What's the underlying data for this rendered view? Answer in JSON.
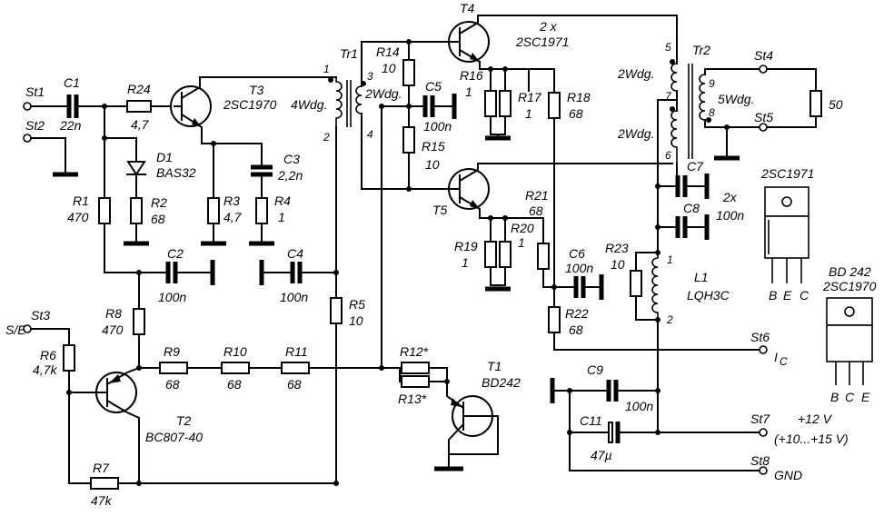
{
  "terminals": {
    "st1": "St1",
    "st2": "St2",
    "st3": "St3",
    "se": "S/E",
    "st4": "St4",
    "st5": "St5",
    "st6": "St6",
    "ic": "I",
    "ic_sub": "C",
    "st7": "St7",
    "st8": "St8"
  },
  "supply": {
    "v": "+12 V",
    "range": "(+10...+15 V)",
    "gnd": "GND"
  },
  "load": {
    "value": "50"
  },
  "components": {
    "c1": "C1",
    "c1v": "22n",
    "r24": "R24",
    "r24v": "4,7",
    "t3": "T3",
    "t3type": "2SC1970",
    "d1": "D1",
    "d1type": "BAS32",
    "r1": "R1",
    "r1v": "470",
    "r2": "R2",
    "r2v": "68",
    "r3": "R3",
    "r3v": "4,7",
    "r4": "R4",
    "r4v": "1",
    "c3": "C3",
    "c3v": "2,2n",
    "c2": "C2",
    "c2v": "100n",
    "c4": "C4",
    "c4v": "100n",
    "r5": "R5",
    "r5v": "10",
    "r8": "R8",
    "r8v": "470",
    "r6": "R6",
    "r6v": "4,7k",
    "t2": "T2",
    "t2type": "BC807-40",
    "r7": "R7",
    "r7v": "47k",
    "r9": "R9",
    "r9v": "68",
    "r10": "R10",
    "r10v": "68",
    "r11": "R11",
    "r11v": "68",
    "r12": "R12*",
    "r13": "R13*",
    "t1": "T1",
    "t1type": "BD242",
    "tr1": "Tr1",
    "tr1_4w": "4Wdg.",
    "tr1_2w": "2Wdg.",
    "pin1": "1",
    "pin2": "2",
    "pin3": "3",
    "pin4": "4",
    "r14": "R14",
    "r14v": "10",
    "r15": "R15",
    "r15v": "10",
    "c5": "C5",
    "c5v": "100n",
    "t4": "T4",
    "t45": "2 x",
    "t45type": "2SC1971",
    "t5": "T5",
    "r16": "R16",
    "r16v": "1",
    "r17": "R17",
    "r17v": "1",
    "r18": "R18",
    "r18v": "68",
    "r19": "R19",
    "r19v": "1",
    "r20": "R20",
    "r20v": "1",
    "r21": "R21",
    "r21v": "68",
    "r22": "R22",
    "r22v": "68",
    "r23": "R23",
    "r23v": "10",
    "c6": "C6",
    "c6v": "100n",
    "c7": "C7",
    "c8": "C8",
    "c78": "2x",
    "c78v": "100n",
    "l1": "L1",
    "l1type": "LQH3C",
    "l1p1": "1",
    "l1p2": "2",
    "tr2": "Tr2",
    "tr2_2wa": "2Wdg.",
    "tr2_2wb": "2Wdg.",
    "tr2_5w": "5Wdg.",
    "tr2p5": "5",
    "tr2p7": "7",
    "tr2p6": "6",
    "tr2p9": "9",
    "tr2p8": "8",
    "c9": "C9",
    "c9v": "100n",
    "c11": "C11",
    "c11v": "47µ"
  },
  "packages": {
    "a_title": "2SC1971",
    "a_pins": [
      "B",
      "E",
      "C"
    ],
    "b_title1": "BD 242",
    "b_title2": "2SC1970",
    "b_pins": [
      "B",
      "C",
      "E"
    ]
  }
}
